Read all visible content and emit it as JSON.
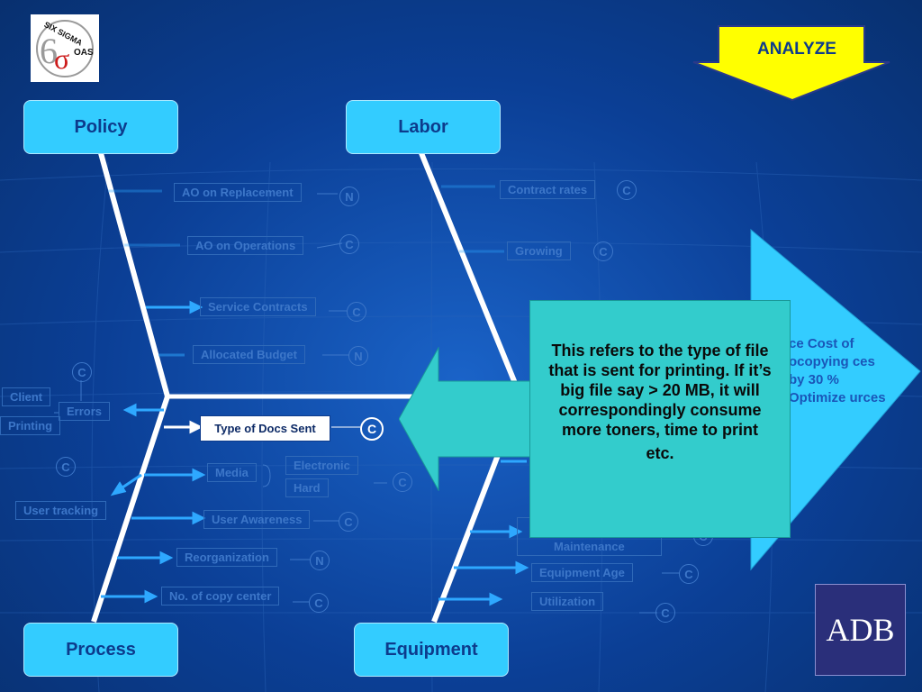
{
  "categories": {
    "policy": "Policy",
    "labor": "Labor",
    "process": "Process",
    "equipment": "Equipment"
  },
  "phase_label": "ANALYZE",
  "logo": {
    "text_top": "SIX SIGMA",
    "text_side": "OAS",
    "symbols": "6σ"
  },
  "corner_logo": "ADB",
  "highlight": {
    "label": "Type of Docs Sent",
    "code": "C"
  },
  "callout": {
    "text": "This refers to the type of file that is sent for printing. If it’s  big file say > 20 MB, it will correspondingly consume more toners, time to print",
    "text2": "etc."
  },
  "effect": "ce Cost of ocopying ces by 30 % Optimize urces",
  "causes": {
    "policy": [
      {
        "label": "AO on Replacement",
        "code": "N"
      },
      {
        "label": "AO on Operations",
        "code": "C"
      },
      {
        "label": "Service Contracts",
        "code": "C"
      },
      {
        "label": "Allocated  Budget",
        "code": "N"
      }
    ],
    "labor": [
      {
        "label": "Contract rates",
        "code": "C"
      },
      {
        "label": "Growing",
        "code": "C"
      }
    ],
    "process": [
      {
        "label": "Client",
        "code": ""
      },
      {
        "label": "Printing",
        "code": ""
      },
      {
        "label": "Errors",
        "code": "C"
      },
      {
        "label": "Media",
        "code": "C"
      },
      {
        "label": "Electronic",
        "code": ""
      },
      {
        "label": "Hard",
        "code": ""
      },
      {
        "label": "User tracking",
        "code": "C"
      },
      {
        "label": "User Awareness",
        "code": "C"
      },
      {
        "label": "Reorganization",
        "code": "N"
      },
      {
        "label": "No. of copy center",
        "code": "C"
      }
    ],
    "equipment": [
      {
        "label": "Maintenance",
        "code": "C"
      },
      {
        "label": "Equipment Age",
        "code": "C"
      },
      {
        "label": "Utilization",
        "code": "C"
      }
    ]
  }
}
